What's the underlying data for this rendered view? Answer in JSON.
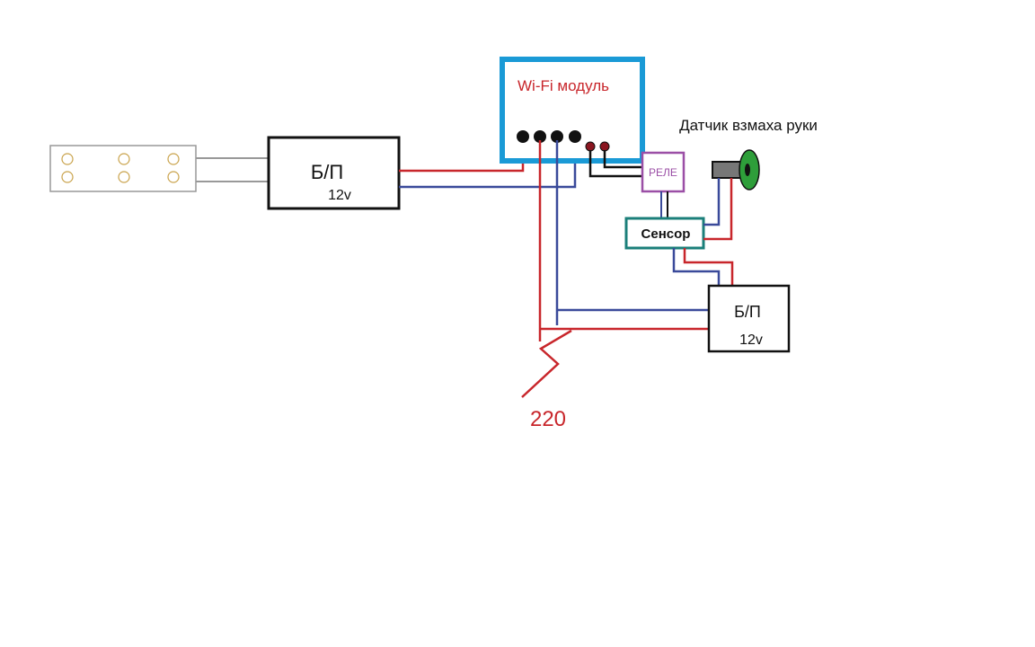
{
  "wifi_module": {
    "label": "Wi-Fi модуль"
  },
  "power_supply_main": {
    "label": "Б/П",
    "voltage": "12v"
  },
  "power_supply_sensor": {
    "label": "Б/П",
    "voltage": "12v"
  },
  "relay": {
    "label": "РЕЛЕ"
  },
  "sensor": {
    "label": "Сенсор"
  },
  "hand_sensor": {
    "label": "Датчик взмаха руки"
  },
  "mains": {
    "label": "220"
  },
  "colors": {
    "wire_red": "#c8262b",
    "wire_blue": "#3a4a9a",
    "wifi_border": "#1a9ad6",
    "relay_border": "#9b4fa6",
    "sensor_border": "#1b7f7a",
    "hand_sensor_green": "#2e9e3a",
    "label_red": "#c8262b"
  }
}
